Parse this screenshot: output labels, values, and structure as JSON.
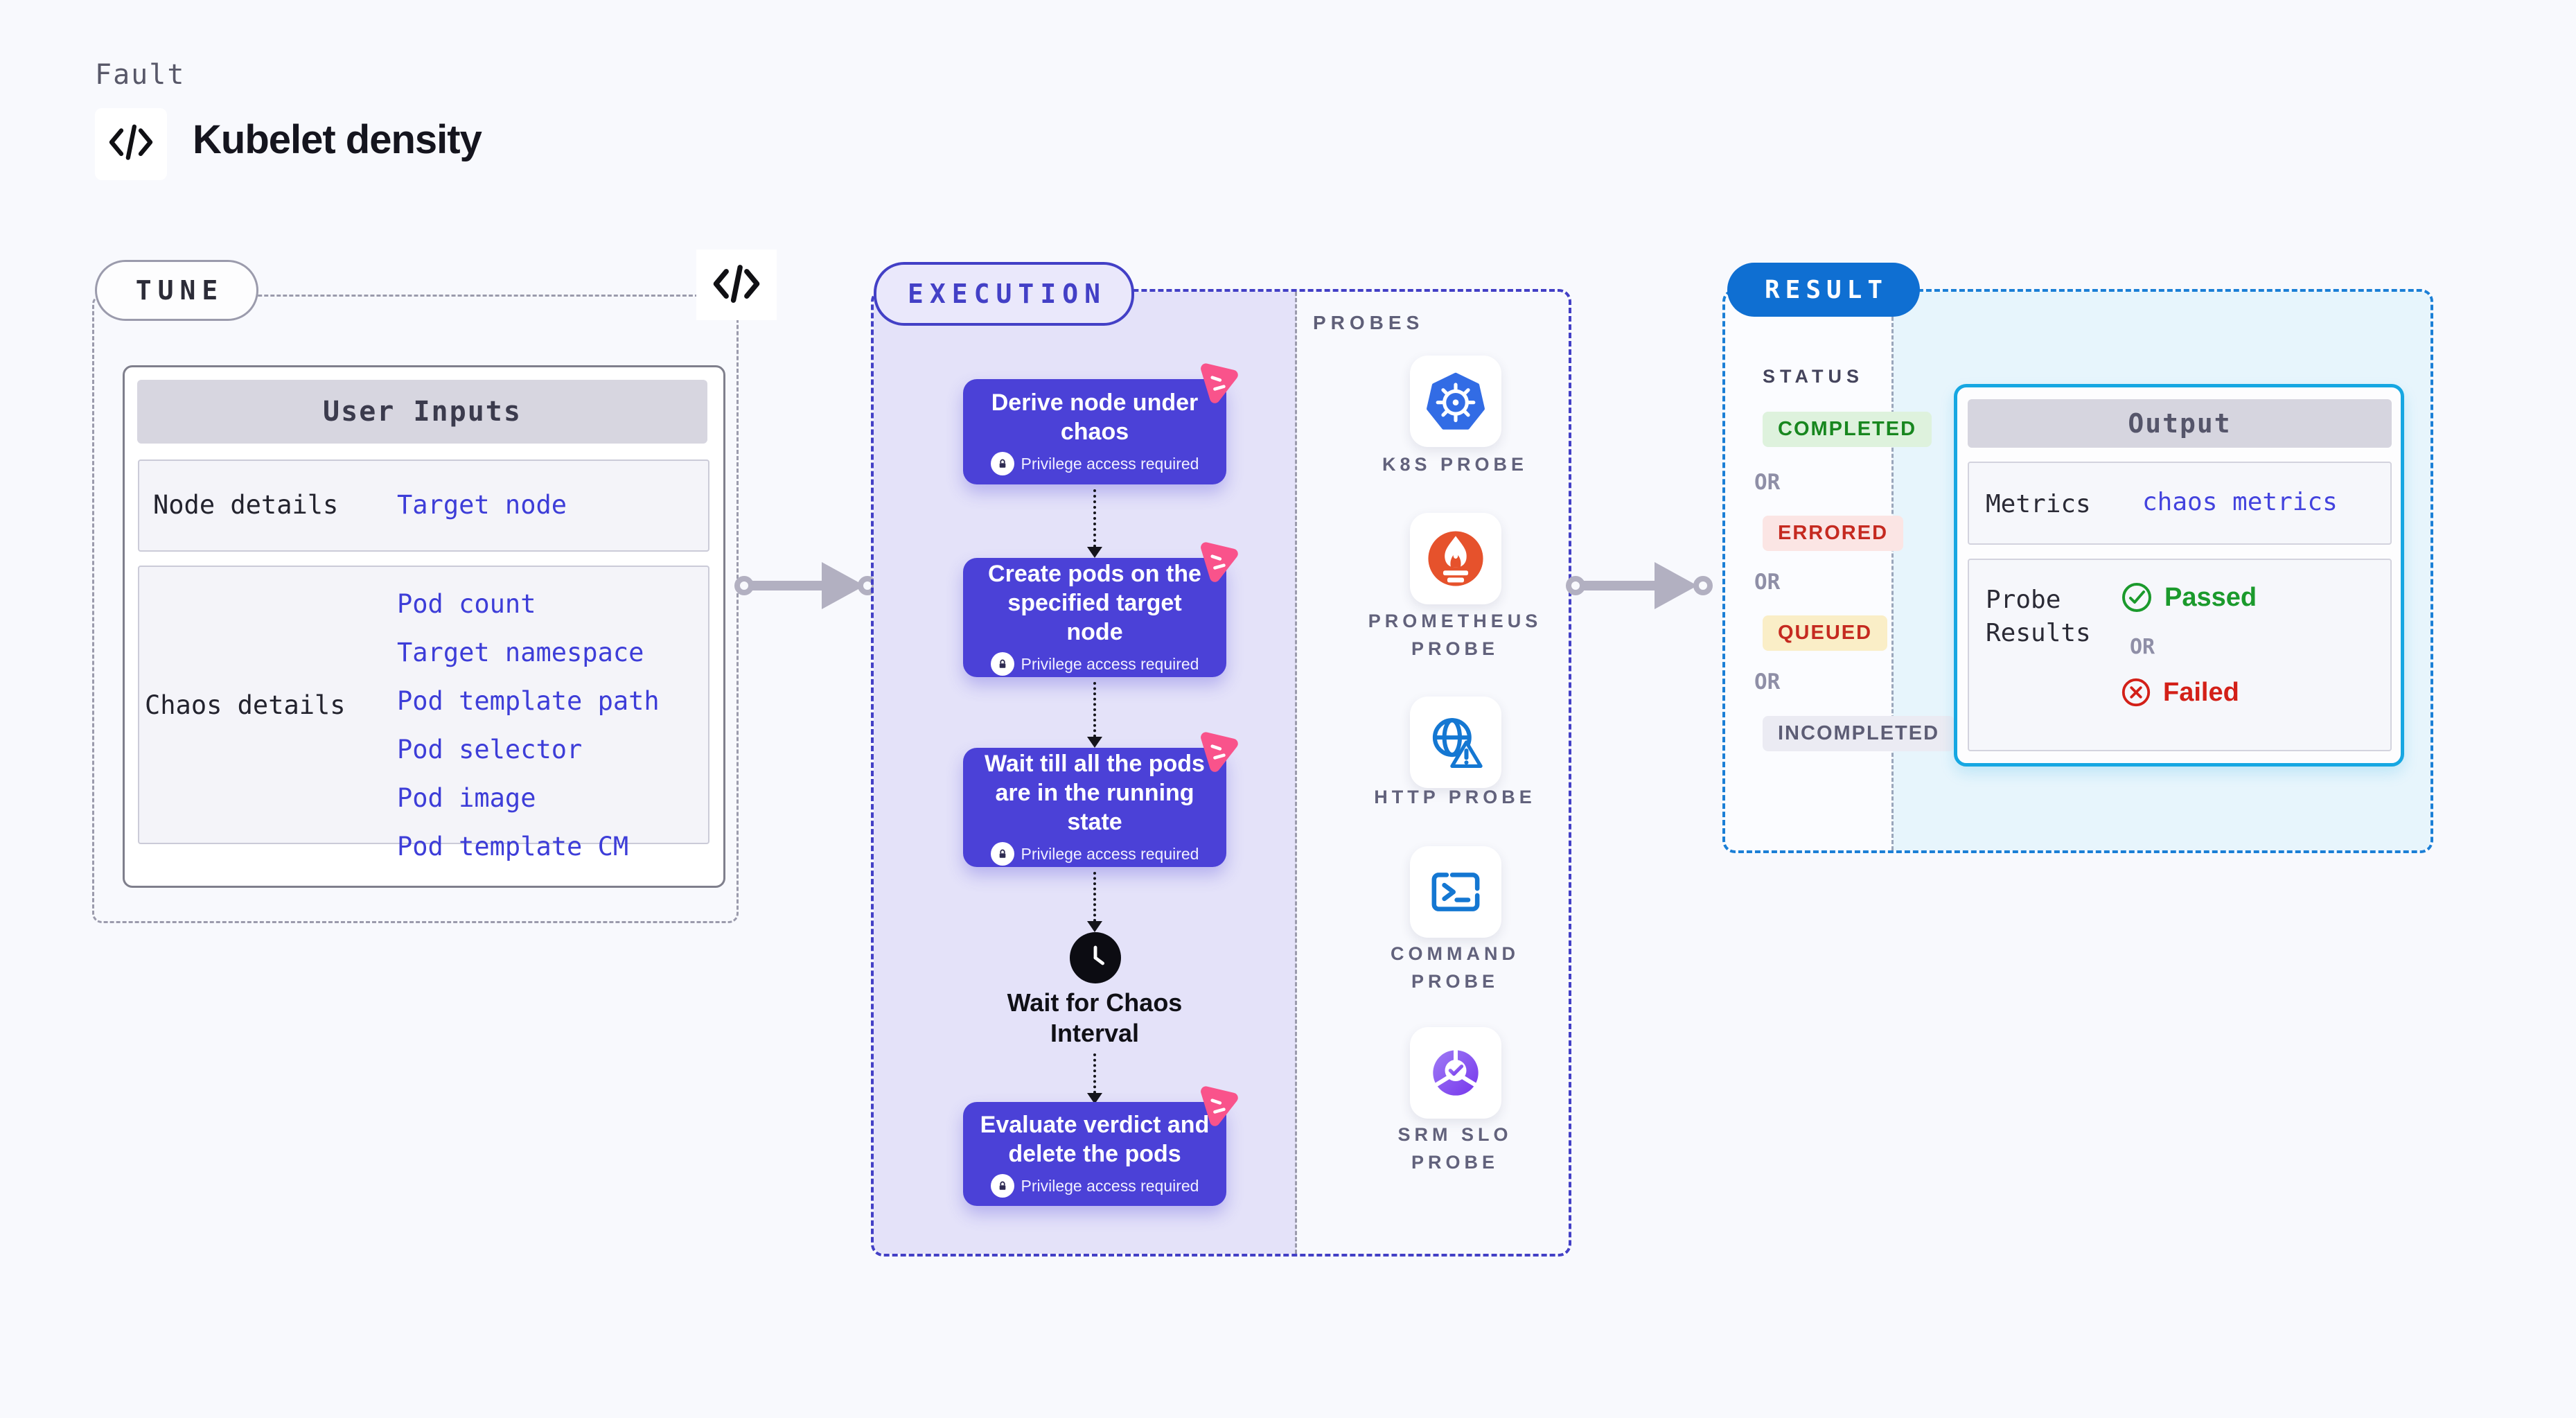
{
  "page": {
    "kicker": "Fault",
    "title": "Kubelet density"
  },
  "tune": {
    "label": "TUNE",
    "table": {
      "header": "User Inputs",
      "rows": [
        {
          "label": "Node details",
          "links": [
            "Target node"
          ]
        },
        {
          "label": "Chaos details",
          "links": [
            "Pod count",
            "Target namespace",
            "Pod template path",
            "Pod selector",
            "Pod image",
            "Pod template CM"
          ]
        }
      ]
    }
  },
  "execution": {
    "label": "EXECUTION",
    "privilege": "Privilege access required",
    "nodes": [
      {
        "title": "Derive node under chaos"
      },
      {
        "title": "Create pods on the specified target node"
      },
      {
        "title": "Wait till all the pods are in the running state"
      },
      {
        "title": "Evaluate verdict and delete the pods"
      }
    ],
    "wait_label": "Wait for Chaos Interval"
  },
  "probes": {
    "label": "PROBES",
    "items": [
      {
        "label": "K8S PROBE",
        "icon": "kubernetes-icon"
      },
      {
        "label": "PROMETHEUS PROBE",
        "icon": "prometheus-icon"
      },
      {
        "label": "HTTP PROBE",
        "icon": "http-globe-icon"
      },
      {
        "label": "COMMAND PROBE",
        "icon": "terminal-icon"
      },
      {
        "label": "SRM SLO PROBE",
        "icon": "slo-donut-icon"
      }
    ]
  },
  "result": {
    "label": "RESULT",
    "status_title": "STATUS",
    "or": "OR",
    "statuses": [
      {
        "text": "COMPLETED",
        "type": "green"
      },
      {
        "text": "ERRORED",
        "type": "red"
      },
      {
        "text": "QUEUED",
        "type": "yellow"
      },
      {
        "text": "INCOMPLETED",
        "type": "gray"
      }
    ],
    "output": {
      "header": "Output",
      "metrics_label": "Metrics",
      "metrics_link": "chaos metrics",
      "probe_label": "Probe Results",
      "passed": "Passed",
      "failed": "Failed"
    }
  },
  "colors": {
    "indigo": "#4340c6",
    "node_indigo": "#4b41d7",
    "lavender": "#e4e2f9",
    "pink": "#f9538b",
    "result_blue": "#0f6fd2",
    "cyan": "#16a7e2",
    "link_blue": "#3d3dd8",
    "green": "#1b9a2c",
    "red": "#d32018",
    "k8s_blue": "#326ce5",
    "prometheus_orange": "#e6522c",
    "slo_purple": "#8455ef",
    "gray_dash": "#9b9bac",
    "arrow_gray": "#b2b0c1"
  }
}
